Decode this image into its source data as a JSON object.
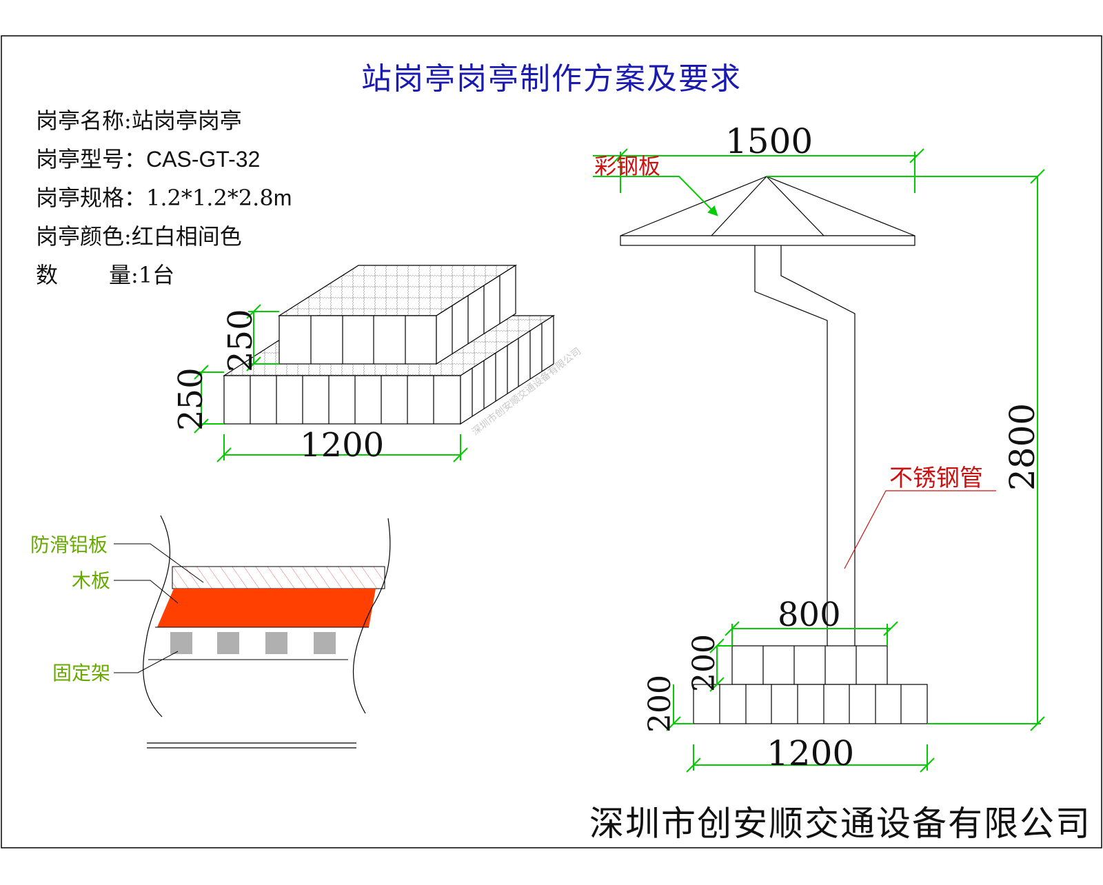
{
  "title": "站岗亭岗亭制作方案及要求",
  "specs": {
    "name_label": "岗亭名称:",
    "name_value": "站岗亭岗亭",
    "model_label": "岗亭型号：",
    "model_value": "CAS-GT-32",
    "size_label": "岗亭规格：",
    "size_value": "1.2*1.2*2.8",
    "size_unit": "m",
    "color_label": "岗亭颜色:",
    "color_value": "红白相间色",
    "qty_label": "数",
    "qty_label2": "量:",
    "qty_value": "1台"
  },
  "platform": {
    "dim_top": "250",
    "dim_bottom": "250",
    "dim_width": "1200"
  },
  "section": {
    "layer1": "防滑铝板",
    "layer2": "木板",
    "layer3": "固定架"
  },
  "elevation": {
    "roof_label": "彩钢板",
    "roof_width": "1500",
    "pole_label": "不锈钢管",
    "height": "2800",
    "base_top_width": "800",
    "base_top_height": "200",
    "base_bottom_height": "200",
    "base_width": "1200"
  },
  "company": "深圳市创安顺交通设备有限公司",
  "watermark": "深圳市创安顺交通设备有限公司",
  "colors": {
    "title": "#1a1ab0",
    "dimension": "#00cc00",
    "callout_red": "#cc1111",
    "callout_green": "#66aa00",
    "wood": "#ff4000",
    "frame_block": "#b0b0b0"
  }
}
